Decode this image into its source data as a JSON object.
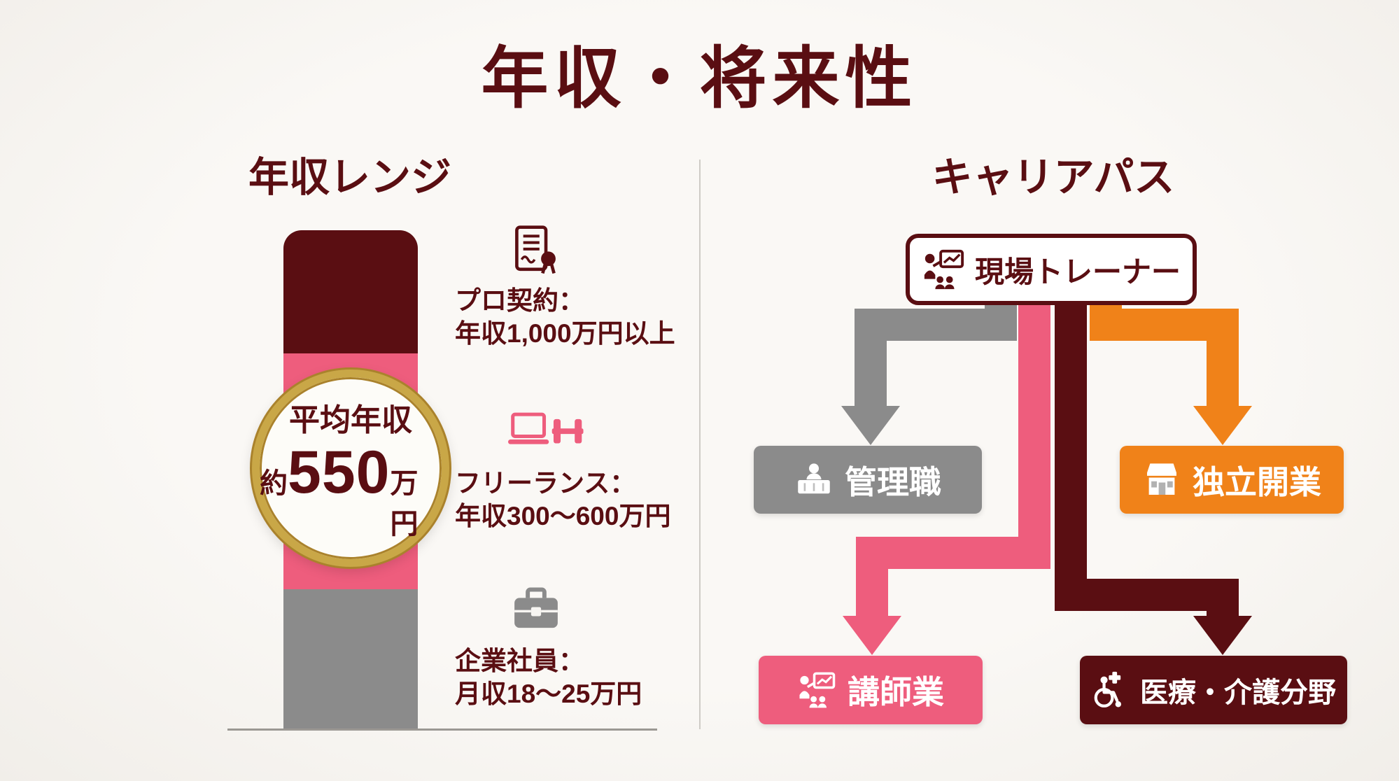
{
  "page": {
    "title": "年収・将来性"
  },
  "colors": {
    "maroon": "#5A0E12",
    "pink": "#EE5D7D",
    "gray": "#8B8B8B",
    "orange": "#F08219",
    "gold": "#C9A747",
    "background": "#F7F5F2"
  },
  "salary": {
    "title": "年収レンジ",
    "badge": {
      "label": "平均年収",
      "approx": "約",
      "value": "550",
      "unit": "万円"
    },
    "tiers": [
      {
        "label": "プロ契約：",
        "range": "年収1,000万円以上",
        "icon": "certificate-icon",
        "color": "#5A0E12"
      },
      {
        "label": "フリーランス：",
        "range": "年収300〜600万円",
        "icon": "laptop-dumbbell-icon",
        "color": "#EE5D7D"
      },
      {
        "label": "企業社員：",
        "range": "月収18〜25万円",
        "icon": "briefcase-icon",
        "color": "#8B8B8B"
      }
    ]
  },
  "career": {
    "title": "キャリアパス",
    "root": {
      "label": "現場トレーナー",
      "icon": "trainer-presentation-icon"
    },
    "nodes": [
      {
        "label": "管理職",
        "icon": "manager-desk-icon",
        "color": "#8B8B8B"
      },
      {
        "label": "独立開業",
        "icon": "storefront-icon",
        "color": "#F08219"
      },
      {
        "label": "講師業",
        "icon": "lecturer-icon",
        "color": "#EE5D7D"
      },
      {
        "label": "医療・介護分野",
        "icon": "medical-wheelchair-icon",
        "color": "#5A0E12"
      }
    ]
  }
}
